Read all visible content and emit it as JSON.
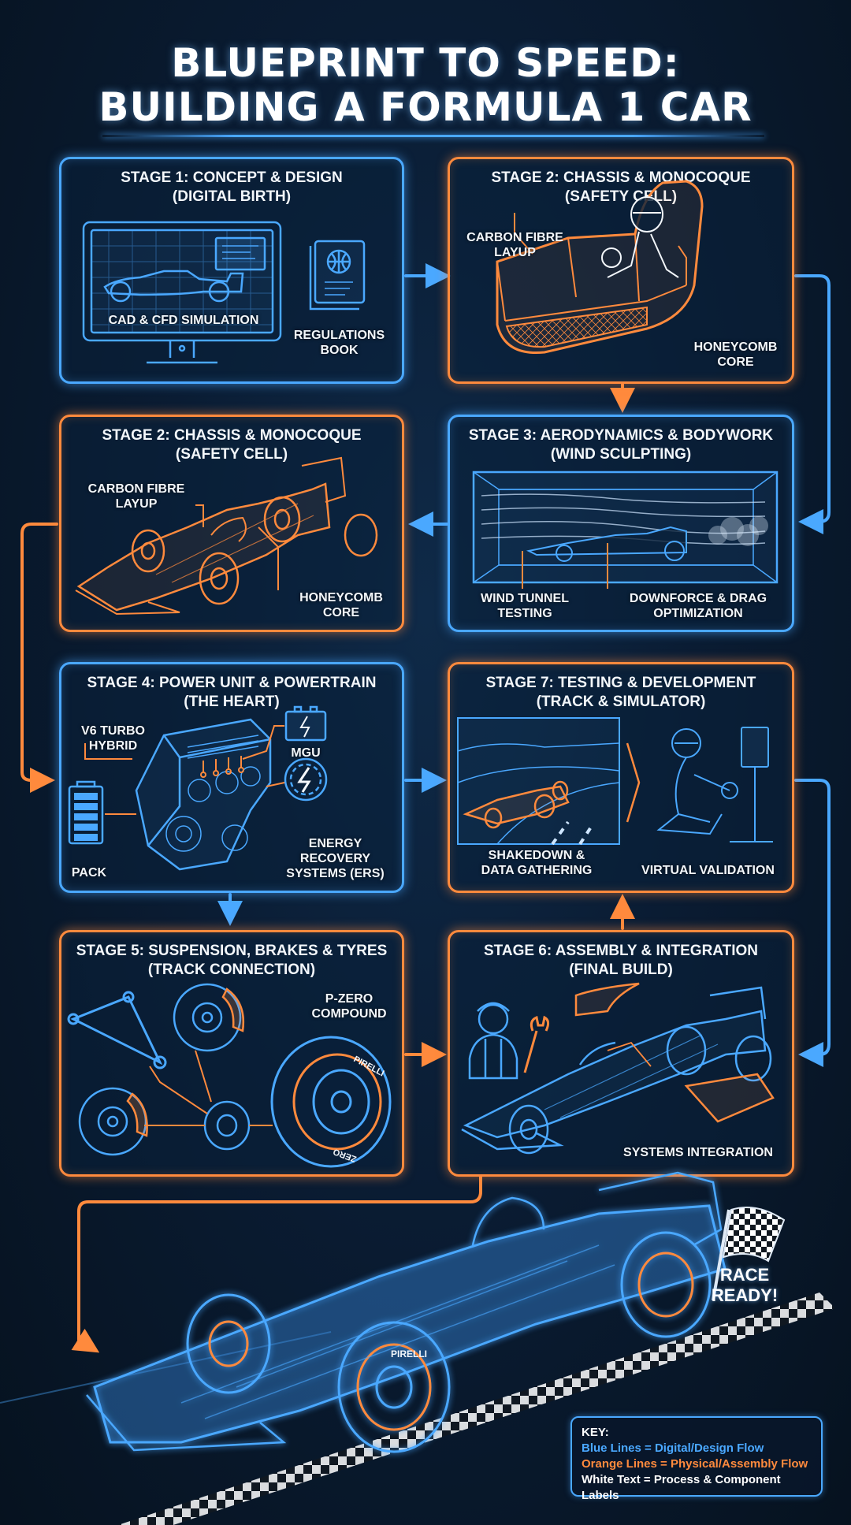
{
  "header": {
    "title_line1": "BLUEPRINT TO SPEED:",
    "title_line2": "BUILDING A FORMULA 1 CAR"
  },
  "colors": {
    "background": "#0a1c33",
    "digital_flow": "#4aa8ff",
    "physical_flow": "#ff8a3d",
    "text": "#ffffff"
  },
  "panels": [
    {
      "title_line1": "STAGE 1: CONCEPT & DESIGN",
      "title_line2": "(DIGITAL BIRTH)",
      "border": "blue",
      "labels": [
        "CAD & CFD SIMULATION",
        "REGULATIONS",
        "BOOK"
      ],
      "icons": [
        "monitor-icon",
        "regulations-book-icon"
      ]
    },
    {
      "title_line1": "STAGE 2: CHASSIS & MONOCOQUE",
      "title_line2": "(SAFETY CELL)",
      "border": "orange",
      "labels": [
        "CARBON FIBRE",
        "LAYUP",
        "HONEYCOMB",
        "CORE"
      ],
      "icons": [
        "monocoque-icon",
        "driver-icon"
      ]
    },
    {
      "title_line1": "STAGE 2: CHASSIS & MONOCOQUE",
      "title_line2": "(SAFETY CELL)",
      "border": "orange",
      "labels": [
        "CARBON FIBRE",
        "LAYUP",
        "HONEYCOMB",
        "CORE"
      ],
      "icons": [
        "chassis-car-icon"
      ]
    },
    {
      "title_line1": "STAGE 3: AERODYNAMICS & BODYWORK",
      "title_line2": "(WIND SCULPTING)",
      "border": "blue",
      "labels": [
        "WIND TUNNEL",
        "TESTING",
        "DOWNFORCE & DRAG",
        "OPTIMIZATION"
      ],
      "icons": [
        "wind-tunnel-icon",
        "car-model-icon"
      ]
    },
    {
      "title_line1": "STAGE 4: POWER UNIT & POWERTRAIN",
      "title_line2": "(THE HEART)",
      "border": "blue",
      "labels": [
        "V6 TURBO",
        "HYBRID",
        "MGU",
        "PACK",
        "ENERGY",
        "RECOVERY",
        "SYSTEMS (ERS)"
      ],
      "icons": [
        "engine-icon",
        "battery-icon",
        "battery-pack-icon",
        "lightning-icon"
      ]
    },
    {
      "title_line1": "STAGE 7: TESTING & DEVELOPMENT",
      "title_line2": "(TRACK & SIMULATOR)",
      "border": "orange",
      "labels": [
        "SHAKEDOWN &",
        "DATA GATHERING",
        "VIRTUAL VALIDATION"
      ],
      "icons": [
        "track-car-icon",
        "simulator-icon"
      ]
    },
    {
      "title_line1": "STAGE 5: SUSPENSION, BRAKES & TYRES",
      "title_line2": "(TRACK CONNECTION)",
      "border": "orange",
      "labels": [
        "P-ZERO",
        "COMPOUND"
      ],
      "icons": [
        "wishbone-icon",
        "brake-disc-icon",
        "wheel-hub-icon",
        "tyre-icon"
      ],
      "tyre_marks": [
        "PIRELLI",
        "ZERO"
      ]
    },
    {
      "title_line1": "STAGE 6: ASSEMBLY & INTEGRATION",
      "title_line2": "(FINAL BUILD)",
      "border": "orange",
      "labels": [
        "SYSTEMS INTEGRATION"
      ],
      "icons": [
        "mechanic-icon",
        "wrench-icon",
        "assembled-car-icon"
      ]
    }
  ],
  "finale": {
    "race_line1": "RACE",
    "race_line2": "READY!",
    "icons": [
      "race-car-icon",
      "checkered-flag-icon",
      "finish-line-icon"
    ],
    "tyre_mark": "PIRELLI"
  },
  "key": {
    "title": "KEY:",
    "blue": "Blue Lines = Digital/Design Flow",
    "orange": "Orange Lines = Physical/Assembly Flow",
    "white": "White Text = Process & Component Labels"
  }
}
